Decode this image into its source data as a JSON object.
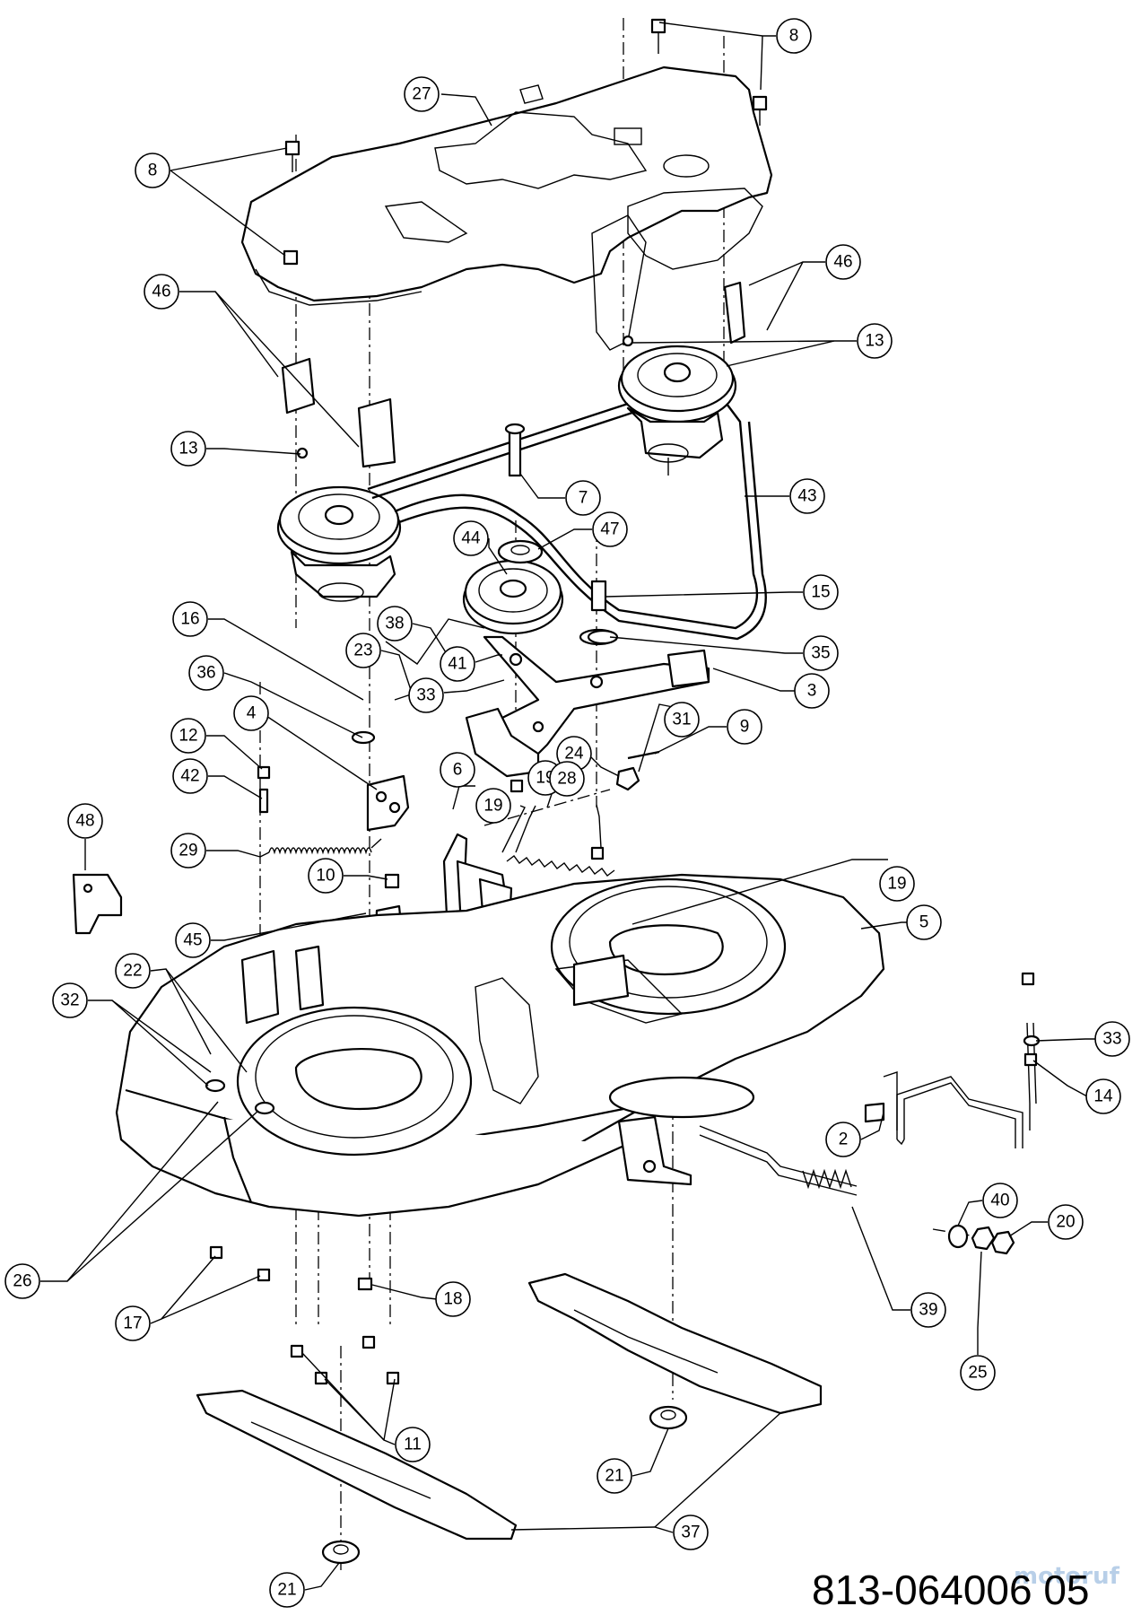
{
  "diagram_title": "",
  "reference_code": "813-064006 05",
  "watermark": "motoruf",
  "callouts": [
    {
      "id": "c8a",
      "label": "8"
    },
    {
      "id": "c27",
      "label": "27"
    },
    {
      "id": "c8b",
      "label": "8"
    },
    {
      "id": "c46a",
      "label": "46"
    },
    {
      "id": "c46b",
      "label": "46"
    },
    {
      "id": "c13a",
      "label": "13"
    },
    {
      "id": "c13b",
      "label": "13"
    },
    {
      "id": "c7",
      "label": "7"
    },
    {
      "id": "c43",
      "label": "43"
    },
    {
      "id": "c47",
      "label": "47"
    },
    {
      "id": "c44",
      "label": "44"
    },
    {
      "id": "c15",
      "label": "15"
    },
    {
      "id": "c16",
      "label": "16"
    },
    {
      "id": "c38",
      "label": "38"
    },
    {
      "id": "c35",
      "label": "35"
    },
    {
      "id": "c23",
      "label": "23"
    },
    {
      "id": "c41",
      "label": "41"
    },
    {
      "id": "c36",
      "label": "36"
    },
    {
      "id": "c3",
      "label": "3"
    },
    {
      "id": "c4",
      "label": "4"
    },
    {
      "id": "c33a",
      "label": "33"
    },
    {
      "id": "c31",
      "label": "31"
    },
    {
      "id": "c9",
      "label": "9"
    },
    {
      "id": "c12",
      "label": "12"
    },
    {
      "id": "c24",
      "label": "24"
    },
    {
      "id": "c42",
      "label": "42"
    },
    {
      "id": "c19a",
      "label": "19"
    },
    {
      "id": "c6",
      "label": "6"
    },
    {
      "id": "c19b",
      "label": "19"
    },
    {
      "id": "c28",
      "label": "28"
    },
    {
      "id": "c48",
      "label": "48"
    },
    {
      "id": "c29",
      "label": "29"
    },
    {
      "id": "c10",
      "label": "10"
    },
    {
      "id": "c19c",
      "label": "19"
    },
    {
      "id": "c5",
      "label": "5"
    },
    {
      "id": "c45",
      "label": "45"
    },
    {
      "id": "c22",
      "label": "22"
    },
    {
      "id": "c32",
      "label": "32"
    },
    {
      "id": "c33b",
      "label": "33"
    },
    {
      "id": "c14",
      "label": "14"
    },
    {
      "id": "c2",
      "label": "2"
    },
    {
      "id": "c40",
      "label": "40"
    },
    {
      "id": "c20",
      "label": "20"
    },
    {
      "id": "c26",
      "label": "26"
    },
    {
      "id": "c18",
      "label": "18"
    },
    {
      "id": "c39",
      "label": "39"
    },
    {
      "id": "c17",
      "label": "17"
    },
    {
      "id": "c25",
      "label": "25"
    },
    {
      "id": "c11",
      "label": "11"
    },
    {
      "id": "c21a",
      "label": "21"
    },
    {
      "id": "c37",
      "label": "37"
    },
    {
      "id": "c21b",
      "label": "21"
    }
  ]
}
